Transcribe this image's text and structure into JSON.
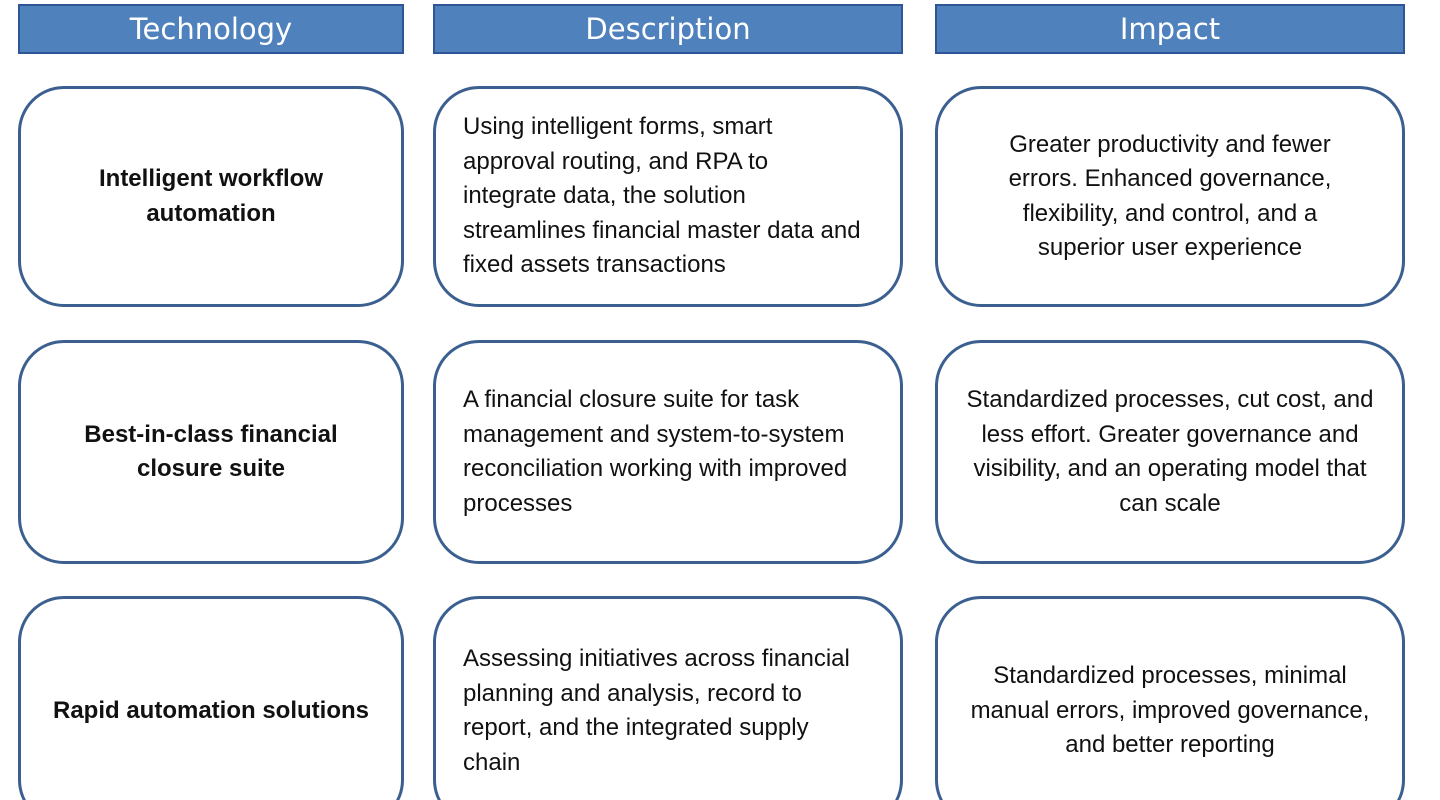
{
  "headers": [
    "Technology",
    "Description",
    "Impact"
  ],
  "rows": [
    {
      "technology": "Intelligent workflow automation",
      "description": "Using intelligent forms, smart approval routing, and RPA to integrate data, the solution streamlines financial master data and fixed assets transactions",
      "impact": "Greater productivity and fewer errors. Enhanced governance, flexibility, and control, and a superior user experience"
    },
    {
      "technology": "Best-in-class financial closure suite",
      "description": "A financial closure suite for task management and system-to-system reconciliation working with improved processes",
      "impact": "Standardized processes, cut cost, and less effort. Greater governance and visibility, and an operating model that can scale"
    },
    {
      "technology": "Rapid automation solutions",
      "description": "Assessing initiatives across financial planning and analysis, record to report, and the integrated supply chain",
      "impact": "Standardized processes, minimal manual errors, improved governance, and better reporting"
    }
  ],
  "colors": {
    "header_fill": "#4f81bd",
    "header_border": "#2f5597",
    "box_border": "#3b5f8f"
  }
}
